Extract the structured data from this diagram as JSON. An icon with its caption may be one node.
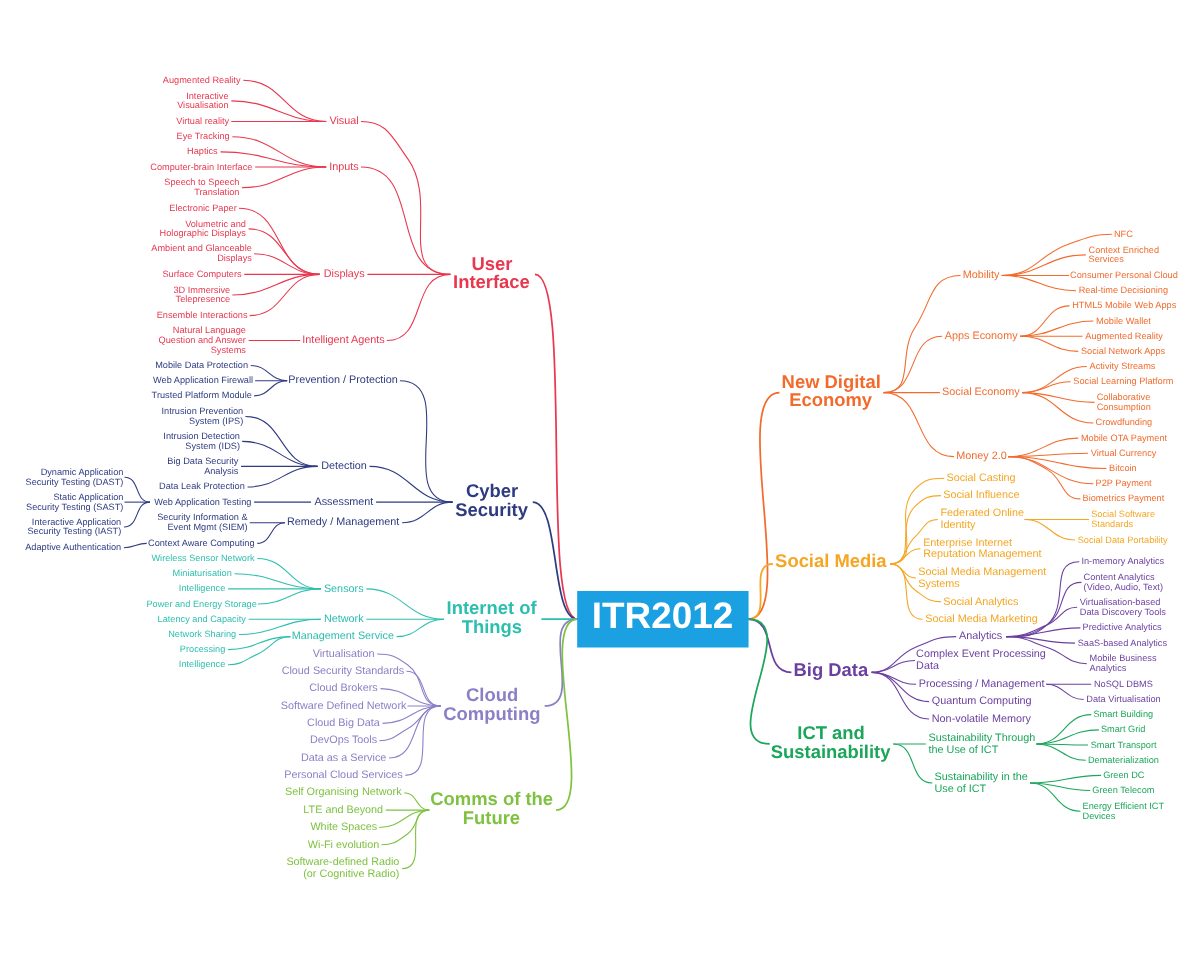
{
  "diagram": {
    "nodes": [
      {
        "text": [
          "ITR2012"
        ]
      },
      {
        "text": [
          "User Interface"
        ]
      },
      {
        "text": [
          "Visual"
        ]
      },
      {
        "text": [
          "Augmented Reality"
        ]
      },
      {
        "text": [
          "Interactive Visualisation"
        ]
      },
      {
        "text": [
          "Virtual reality"
        ]
      },
      {
        "text": [
          "Inputs"
        ]
      },
      {
        "text": [
          "Eye Tracking"
        ]
      },
      {
        "text": [
          "Haptics"
        ]
      },
      {
        "text": [
          "Computer-brain Interface"
        ]
      },
      {
        "text": [
          "Speech to Speech Translation"
        ]
      },
      {
        "text": [
          "Displays"
        ]
      },
      {
        "text": [
          "Electronic Paper"
        ]
      },
      {
        "text": [
          "Volumetric and Holographic Displays"
        ]
      },
      {
        "text": [
          "Ambient and Glanceable Displays"
        ]
      },
      {
        "text": [
          "Surface Computers"
        ]
      },
      {
        "text": [
          "3D Immersive Telepresence"
        ]
      },
      {
        "text": [
          "Ensemble Interactions"
        ]
      },
      {
        "text": [
          "Intelligent Agents"
        ]
      },
      {
        "text": [
          "Natural Language Question and Answer Systems"
        ]
      },
      {
        "text": [
          "Cyber Security"
        ]
      },
      {
        "text": [
          "Prevention / Protection"
        ]
      },
      {
        "text": [
          "Mobile Data Protection"
        ]
      },
      {
        "text": [
          "Web Application Firewall"
        ]
      },
      {
        "text": [
          "Trusted Platform Module"
        ]
      },
      {
        "text": [
          "Detection"
        ]
      },
      {
        "text": [
          "Intrusion Prevention System (IPS)"
        ]
      },
      {
        "text": [
          "Intrusion Detection System (IDS)"
        ]
      },
      {
        "text": [
          "Big Data Security Analysis"
        ]
      },
      {
        "text": [
          "Data Leak Protection"
        ]
      },
      {
        "text": [
          "Assessment"
        ]
      },
      {
        "text": [
          "Web Application Testing"
        ]
      },
      {
        "text": [
          "Dynamic Application Security Testing (DAST)"
        ]
      },
      {
        "text": [
          "Static Application Security Testing (SAST)"
        ]
      },
      {
        "text": [
          "Interactive Application Security Testing (IAST)"
        ]
      },
      {
        "text": [
          "Remedy / Management"
        ]
      },
      {
        "text": [
          "Security Information & Event Mgmt (SIEM)"
        ]
      },
      {
        "text": [
          "Context Aware Computing"
        ]
      },
      {
        "text": [
          "Adaptive Authentication"
        ]
      },
      {
        "text": [
          "Internet of Things"
        ]
      },
      {
        "text": [
          "Sensors"
        ]
      },
      {
        "text": [
          "Wireless Sensor Network"
        ]
      },
      {
        "text": [
          "Miniaturisation"
        ]
      },
      {
        "text": [
          "Intelligence"
        ]
      },
      {
        "text": [
          "Power and Energy Storage"
        ]
      },
      {
        "text": [
          "Network"
        ]
      },
      {
        "text": [
          "Latency and Capacity"
        ]
      },
      {
        "text": [
          "Network Sharing"
        ]
      },
      {
        "text": [
          "Management Service"
        ]
      },
      {
        "text": [
          "Processing"
        ]
      },
      {
        "text": [
          "Intelligence"
        ]
      },
      {
        "text": [
          "Cloud Computing"
        ]
      },
      {
        "text": [
          "Virtualisation"
        ]
      },
      {
        "text": [
          "Cloud Security Standards"
        ]
      },
      {
        "text": [
          "Cloud Brokers"
        ]
      },
      {
        "text": [
          "Software Defined Network"
        ]
      },
      {
        "text": [
          "Cloud Big Data"
        ]
      },
      {
        "text": [
          "DevOps Tools"
        ]
      },
      {
        "text": [
          "Data as a Service"
        ]
      },
      {
        "text": [
          "Personal Cloud Services"
        ]
      },
      {
        "text": [
          "Comms of the Future"
        ]
      },
      {
        "text": [
          "Self Organising Network"
        ]
      },
      {
        "text": [
          "LTE and Beyond"
        ]
      },
      {
        "text": [
          "White Spaces"
        ]
      },
      {
        "text": [
          "Wi-Fi evolution"
        ]
      },
      {
        "text": [
          "Software-defined Radio (or Cognitive Radio)"
        ]
      },
      {
        "text": [
          "New Digital Economy"
        ]
      },
      {
        "text": [
          "Mobility"
        ]
      },
      {
        "text": [
          "NFC"
        ]
      },
      {
        "text": [
          "Context Enriched Services"
        ]
      },
      {
        "text": [
          "Consumer Personal Cloud"
        ]
      },
      {
        "text": [
          "Real-time Decisioning"
        ]
      },
      {
        "text": [
          "Apps Economy"
        ]
      },
      {
        "text": [
          "HTML5 Mobile Web Apps"
        ]
      },
      {
        "text": [
          "Mobile Wallet"
        ]
      },
      {
        "text": [
          "Augmented Reality"
        ]
      },
      {
        "text": [
          "Social Network Apps"
        ]
      },
      {
        "text": [
          "Social Economy"
        ]
      },
      {
        "text": [
          "Activity Streams"
        ]
      },
      {
        "text": [
          "Social Learning Platform"
        ]
      },
      {
        "text": [
          "Collaborative Consumption"
        ]
      },
      {
        "text": [
          "Crowdfunding"
        ]
      },
      {
        "text": [
          "Money 2.0"
        ]
      },
      {
        "text": [
          "Mobile OTA Payment"
        ]
      },
      {
        "text": [
          "Virtual Currency"
        ]
      },
      {
        "text": [
          "Bitcoin"
        ]
      },
      {
        "text": [
          "P2P Payment"
        ]
      },
      {
        "text": [
          "Biometrics Payment"
        ]
      },
      {
        "text": [
          "Social Media"
        ]
      },
      {
        "text": [
          "Social Casting"
        ]
      },
      {
        "text": [
          "Social Influence"
        ]
      },
      {
        "text": [
          "Federated Online Identity"
        ]
      },
      {
        "text": [
          "Social Software Standards"
        ]
      },
      {
        "text": [
          "Social Data Portability"
        ]
      },
      {
        "text": [
          "Enterprise Internet Reputation Management"
        ]
      },
      {
        "text": [
          "Social Media Management Systems"
        ]
      },
      {
        "text": [
          "Social Analytics"
        ]
      },
      {
        "text": [
          "Social Media Marketing"
        ]
      },
      {
        "text": [
          "Big Data"
        ]
      },
      {
        "text": [
          "Analytics"
        ]
      },
      {
        "text": [
          "In-memory Analytics"
        ]
      },
      {
        "text": [
          "Content Analytics (Video, Audio, Text)"
        ]
      },
      {
        "text": [
          "Virtualisation-based Data Discovery Tools"
        ]
      },
      {
        "text": [
          "Predictive Analytics"
        ]
      },
      {
        "text": [
          "SaaS-based Analytics"
        ]
      },
      {
        "text": [
          "Mobile Business Analytics"
        ]
      },
      {
        "text": [
          "Complex Event Processing Data"
        ]
      },
      {
        "text": [
          "Processing / Management"
        ]
      },
      {
        "text": [
          "NoSQL DBMS"
        ]
      },
      {
        "text": [
          "Data Virtualisation"
        ]
      },
      {
        "text": [
          "Quantum Computing"
        ]
      },
      {
        "text": [
          "Non-volatile Memory"
        ]
      },
      {
        "text": [
          "ICT and Sustainability"
        ]
      },
      {
        "text": [
          "Sustainability Through the Use of ICT"
        ]
      },
      {
        "text": [
          "Smart Building"
        ]
      },
      {
        "text": [
          "Smart Grid"
        ]
      },
      {
        "text": [
          "Smart Transport"
        ]
      },
      {
        "text": [
          "Dematerialization"
        ]
      },
      {
        "text": [
          "Sustainability in the Use of ICT"
        ]
      },
      {
        "text": [
          "Green DC"
        ]
      },
      {
        "text": [
          "Green Telecom"
        ]
      },
      {
        "text": [
          "Energy Efficient ICT Devices"
        ]
      }
    ],
    "edges": [
      {
        "from": 0,
        "to": 1,
        "arrow": "none",
        "color": "#e8374f"
      },
      {
        "from": 1,
        "to": 2,
        "arrow": "none",
        "color": "#e8374f"
      },
      {
        "from": 2,
        "to": 3,
        "arrow": "none",
        "color": "#e8374f"
      },
      {
        "from": 2,
        "to": 4,
        "arrow": "none",
        "color": "#e8374f"
      },
      {
        "from": 2,
        "to": 5,
        "arrow": "none",
        "color": "#e8374f"
      },
      {
        "from": 1,
        "to": 6,
        "arrow": "none",
        "color": "#e8374f"
      },
      {
        "from": 6,
        "to": 7,
        "arrow": "none",
        "color": "#e8374f"
      },
      {
        "from": 6,
        "to": 8,
        "arrow": "none",
        "color": "#e8374f"
      },
      {
        "from": 6,
        "to": 9,
        "arrow": "none",
        "color": "#e8374f"
      },
      {
        "from": 6,
        "to": 10,
        "arrow": "none",
        "color": "#e8374f"
      },
      {
        "from": 1,
        "to": 11,
        "arrow": "none",
        "color": "#e8374f"
      },
      {
        "from": 11,
        "to": 12,
        "arrow": "none",
        "color": "#e8374f"
      },
      {
        "from": 11,
        "to": 13,
        "arrow": "none",
        "color": "#e8374f"
      },
      {
        "from": 11,
        "to": 14,
        "arrow": "none",
        "color": "#e8374f"
      },
      {
        "from": 11,
        "to": 15,
        "arrow": "none",
        "color": "#e8374f"
      },
      {
        "from": 11,
        "to": 16,
        "arrow": "none",
        "color": "#e8374f"
      },
      {
        "from": 11,
        "to": 17,
        "arrow": "none",
        "color": "#e8374f"
      },
      {
        "from": 1,
        "to": 18,
        "arrow": "none",
        "color": "#e8374f"
      },
      {
        "from": 18,
        "to": 19,
        "arrow": "none",
        "color": "#e8374f"
      },
      {
        "from": 0,
        "to": 20,
        "arrow": "none",
        "color": "#2e3b80"
      },
      {
        "from": 20,
        "to": 21,
        "arrow": "none",
        "color": "#2e3b80"
      },
      {
        "from": 21,
        "to": 22,
        "arrow": "none",
        "color": "#2e3b80"
      },
      {
        "from": 21,
        "to": 23,
        "arrow": "none",
        "color": "#2e3b80"
      },
      {
        "from": 21,
        "to": 24,
        "arrow": "none",
        "color": "#2e3b80"
      },
      {
        "from": 20,
        "to": 25,
        "arrow": "none",
        "color": "#2e3b80"
      },
      {
        "from": 25,
        "to": 26,
        "arrow": "none",
        "color": "#2e3b80"
      },
      {
        "from": 25,
        "to": 27,
        "arrow": "none",
        "color": "#2e3b80"
      },
      {
        "from": 25,
        "to": 28,
        "arrow": "none",
        "color": "#2e3b80"
      },
      {
        "from": 25,
        "to": 29,
        "arrow": "none",
        "color": "#2e3b80"
      },
      {
        "from": 20,
        "to": 30,
        "arrow": "none",
        "color": "#2e3b80"
      },
      {
        "from": 30,
        "to": 31,
        "arrow": "none",
        "color": "#2e3b80"
      },
      {
        "from": 31,
        "to": 32,
        "arrow": "none",
        "color": "#2e3b80"
      },
      {
        "from": 31,
        "to": 33,
        "arrow": "none",
        "color": "#2e3b80"
      },
      {
        "from": 31,
        "to": 34,
        "arrow": "none",
        "color": "#2e3b80"
      },
      {
        "from": 20,
        "to": 35,
        "arrow": "none",
        "color": "#2e3b80"
      },
      {
        "from": 35,
        "to": 36,
        "arrow": "none",
        "color": "#2e3b80"
      },
      {
        "from": 35,
        "to": 37,
        "arrow": "none",
        "color": "#2e3b80"
      },
      {
        "from": 37,
        "to": 38,
        "arrow": "none",
        "color": "#2e3b80"
      },
      {
        "from": 0,
        "to": 39,
        "arrow": "none",
        "color": "#2cbfae"
      },
      {
        "from": 39,
        "to": 40,
        "arrow": "none",
        "color": "#2cbfae"
      },
      {
        "from": 40,
        "to": 41,
        "arrow": "none",
        "color": "#2cbfae"
      },
      {
        "from": 40,
        "to": 42,
        "arrow": "none",
        "color": "#2cbfae"
      },
      {
        "from": 40,
        "to": 43,
        "arrow": "none",
        "color": "#2cbfae"
      },
      {
        "from": 40,
        "to": 44,
        "arrow": "none",
        "color": "#2cbfae"
      },
      {
        "from": 39,
        "to": 45,
        "arrow": "none",
        "color": "#2cbfae"
      },
      {
        "from": 45,
        "to": 46,
        "arrow": "none",
        "color": "#2cbfae"
      },
      {
        "from": 45,
        "to": 47,
        "arrow": "none",
        "color": "#2cbfae"
      },
      {
        "from": 39,
        "to": 48,
        "arrow": "none",
        "color": "#2cbfae"
      },
      {
        "from": 48,
        "to": 49,
        "arrow": "none",
        "color": "#2cbfae"
      },
      {
        "from": 48,
        "to": 50,
        "arrow": "none",
        "color": "#2cbfae"
      },
      {
        "from": 0,
        "to": 51,
        "arrow": "none",
        "color": "#8b80c6"
      },
      {
        "from": 51,
        "to": 52,
        "arrow": "none",
        "color": "#8b80c6"
      },
      {
        "from": 51,
        "to": 53,
        "arrow": "none",
        "color": "#8b80c6"
      },
      {
        "from": 51,
        "to": 54,
        "arrow": "none",
        "color": "#8b80c6"
      },
      {
        "from": 51,
        "to": 55,
        "arrow": "none",
        "color": "#8b80c6"
      },
      {
        "from": 51,
        "to": 56,
        "arrow": "none",
        "color": "#8b80c6"
      },
      {
        "from": 51,
        "to": 57,
        "arrow": "none",
        "color": "#8b80c6"
      },
      {
        "from": 51,
        "to": 58,
        "arrow": "none",
        "color": "#8b80c6"
      },
      {
        "from": 51,
        "to": 59,
        "arrow": "none",
        "color": "#8b80c6"
      },
      {
        "from": 0,
        "to": 60,
        "arrow": "none",
        "color": "#7fc241"
      },
      {
        "from": 60,
        "to": 61,
        "arrow": "none",
        "color": "#7fc241"
      },
      {
        "from": 60,
        "to": 62,
        "arrow": "none",
        "color": "#7fc241"
      },
      {
        "from": 60,
        "to": 63,
        "arrow": "none",
        "color": "#7fc241"
      },
      {
        "from": 60,
        "to": 64,
        "arrow": "none",
        "color": "#7fc241"
      },
      {
        "from": 60,
        "to": 65,
        "arrow": "none",
        "color": "#7fc241"
      },
      {
        "from": 0,
        "to": 66,
        "arrow": "none",
        "color": "#f26b2d"
      },
      {
        "from": 66,
        "to": 67,
        "arrow": "none",
        "color": "#f26b2d"
      },
      {
        "from": 67,
        "to": 68,
        "arrow": "none",
        "color": "#f26b2d"
      },
      {
        "from": 67,
        "to": 69,
        "arrow": "none",
        "color": "#f26b2d"
      },
      {
        "from": 67,
        "to": 70,
        "arrow": "none",
        "color": "#f26b2d"
      },
      {
        "from": 67,
        "to": 71,
        "arrow": "none",
        "color": "#f26b2d"
      },
      {
        "from": 66,
        "to": 72,
        "arrow": "none",
        "color": "#f26b2d"
      },
      {
        "from": 72,
        "to": 73,
        "arrow": "none",
        "color": "#f26b2d"
      },
      {
        "from": 72,
        "to": 74,
        "arrow": "none",
        "color": "#f26b2d"
      },
      {
        "from": 72,
        "to": 75,
        "arrow": "none",
        "color": "#f26b2d"
      },
      {
        "from": 72,
        "to": 76,
        "arrow": "none",
        "color": "#f26b2d"
      },
      {
        "from": 66,
        "to": 77,
        "arrow": "none",
        "color": "#f26b2d"
      },
      {
        "from": 77,
        "to": 78,
        "arrow": "none",
        "color": "#f26b2d"
      },
      {
        "from": 77,
        "to": 79,
        "arrow": "none",
        "color": "#f26b2d"
      },
      {
        "from": 77,
        "to": 80,
        "arrow": "none",
        "color": "#f26b2d"
      },
      {
        "from": 77,
        "to": 81,
        "arrow": "none",
        "color": "#f26b2d"
      },
      {
        "from": 66,
        "to": 82,
        "arrow": "none",
        "color": "#f26b2d"
      },
      {
        "from": 82,
        "to": 83,
        "arrow": "none",
        "color": "#f26b2d"
      },
      {
        "from": 82,
        "to": 84,
        "arrow": "none",
        "color": "#f26b2d"
      },
      {
        "from": 82,
        "to": 85,
        "arrow": "none",
        "color": "#f26b2d"
      },
      {
        "from": 82,
        "to": 86,
        "arrow": "none",
        "color": "#f26b2d"
      },
      {
        "from": 82,
        "to": 87,
        "arrow": "none",
        "color": "#f26b2d"
      },
      {
        "from": 0,
        "to": 88,
        "arrow": "none",
        "color": "#f5a623"
      },
      {
        "from": 88,
        "to": 89,
        "arrow": "none",
        "color": "#f5a623"
      },
      {
        "from": 88,
        "to": 90,
        "arrow": "none",
        "color": "#f5a623"
      },
      {
        "from": 88,
        "to": 91,
        "arrow": "none",
        "color": "#f5a623"
      },
      {
        "from": 91,
        "to": 92,
        "arrow": "none",
        "color": "#f5a623"
      },
      {
        "from": 91,
        "to": 93,
        "arrow": "none",
        "color": "#f5a623"
      },
      {
        "from": 88,
        "to": 94,
        "arrow": "none",
        "color": "#f5a623"
      },
      {
        "from": 88,
        "to": 95,
        "arrow": "none",
        "color": "#f5a623"
      },
      {
        "from": 88,
        "to": 96,
        "arrow": "none",
        "color": "#f5a623"
      },
      {
        "from": 88,
        "to": 97,
        "arrow": "none",
        "color": "#f5a623"
      },
      {
        "from": 0,
        "to": 98,
        "arrow": "none",
        "color": "#6b3fa0"
      },
      {
        "from": 98,
        "to": 99,
        "arrow": "none",
        "color": "#6b3fa0"
      },
      {
        "from": 99,
        "to": 100,
        "arrow": "none",
        "color": "#6b3fa0"
      },
      {
        "from": 99,
        "to": 101,
        "arrow": "none",
        "color": "#6b3fa0"
      },
      {
        "from": 99,
        "to": 102,
        "arrow": "none",
        "color": "#6b3fa0"
      },
      {
        "from": 99,
        "to": 103,
        "arrow": "none",
        "color": "#6b3fa0"
      },
      {
        "from": 99,
        "to": 104,
        "arrow": "none",
        "color": "#6b3fa0"
      },
      {
        "from": 99,
        "to": 105,
        "arrow": "none",
        "color": "#6b3fa0"
      },
      {
        "from": 98,
        "to": 106,
        "arrow": "none",
        "color": "#6b3fa0"
      },
      {
        "from": 98,
        "to": 107,
        "arrow": "none",
        "color": "#6b3fa0"
      },
      {
        "from": 107,
        "to": 108,
        "arrow": "none",
        "color": "#6b3fa0"
      },
      {
        "from": 107,
        "to": 109,
        "arrow": "none",
        "color": "#6b3fa0"
      },
      {
        "from": 98,
        "to": 110,
        "arrow": "none",
        "color": "#6b3fa0"
      },
      {
        "from": 98,
        "to": 111,
        "arrow": "none",
        "color": "#6b3fa0"
      },
      {
        "from": 0,
        "to": 112,
        "arrow": "none",
        "color": "#1ba65a"
      },
      {
        "from": 112,
        "to": 113,
        "arrow": "none",
        "color": "#1ba65a"
      },
      {
        "from": 113,
        "to": 114,
        "arrow": "none",
        "color": "#1ba65a"
      },
      {
        "from": 113,
        "to": 115,
        "arrow": "none",
        "color": "#1ba65a"
      },
      {
        "from": 113,
        "to": 116,
        "arrow": "none",
        "color": "#1ba65a"
      },
      {
        "from": 113,
        "to": 117,
        "arrow": "none",
        "color": "#1ba65a"
      },
      {
        "from": 112,
        "to": 118,
        "arrow": "none",
        "color": "#1ba65a"
      },
      {
        "from": 118,
        "to": 119,
        "arrow": "none",
        "color": "#1ba65a"
      },
      {
        "from": 118,
        "to": 120,
        "arrow": "none",
        "color": "#1ba65a"
      },
      {
        "from": 118,
        "to": 121,
        "arrow": "none",
        "color": "#1ba65a"
      }
    ]
  }
}
